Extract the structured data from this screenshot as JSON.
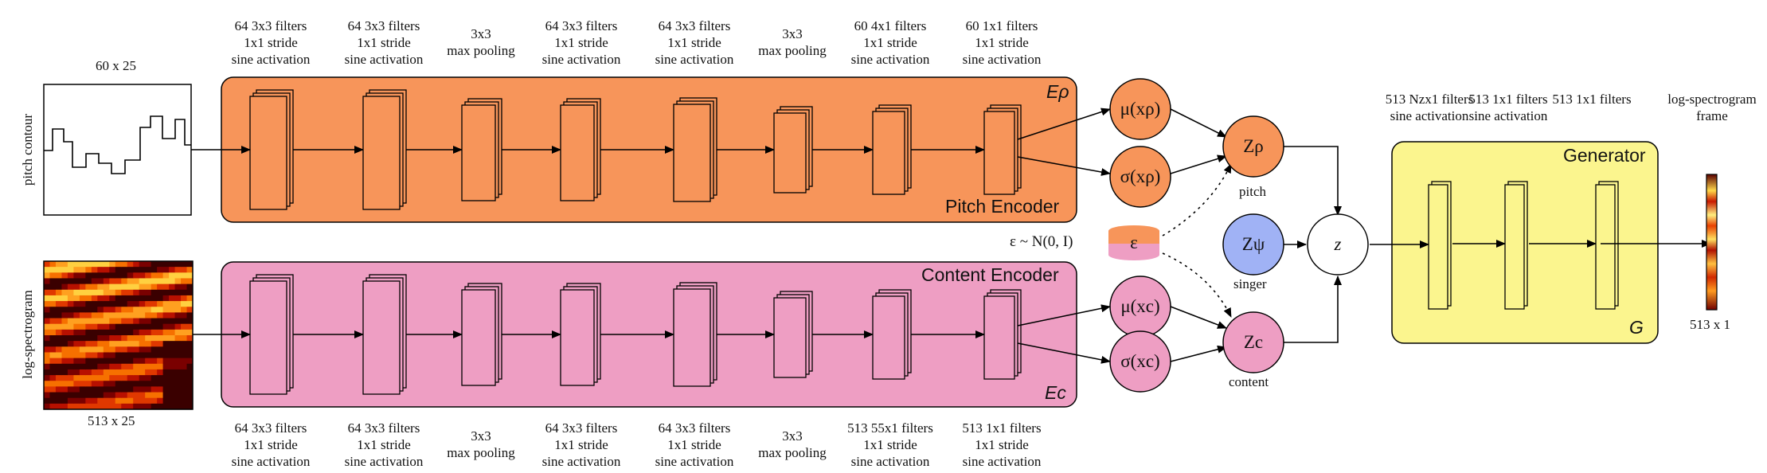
{
  "pitch_input": {
    "size_label": "60 x 25",
    "axis_label": "pitch contour"
  },
  "spec_input": {
    "size_label": "513 x 25",
    "axis_label": "log-spectrogram"
  },
  "pitch_encoder": {
    "title": "Pitch Encoder",
    "symbol": "Eρ",
    "layers": [
      [
        "64 3x3 filters",
        "1x1 stride",
        "sine activation"
      ],
      [
        "64 3x3 filters",
        "1x1 stride",
        "sine activation"
      ],
      [
        "3x3",
        "max pooling"
      ],
      [
        "64 3x3 filters",
        "1x1 stride",
        "sine activation"
      ],
      [
        "64 3x3 filters",
        "1x1 stride",
        "sine activation"
      ],
      [
        "3x3",
        "max pooling"
      ],
      [
        "60 4x1 filters",
        "1x1 stride",
        "sine activation"
      ],
      [
        "60 1x1 filters",
        "1x1 stride",
        "sine activation"
      ]
    ],
    "mu": "μ(xρ)",
    "sigma": "σ(xρ)"
  },
  "content_encoder": {
    "title": "Content Encoder",
    "symbol": "Ec",
    "layers": [
      [
        "64 3x3 filters",
        "1x1 stride",
        "sine activation"
      ],
      [
        "64 3x3 filters",
        "1x1 stride",
        "sine activation"
      ],
      [
        "3x3",
        "max pooling"
      ],
      [
        "64 3x3 filters",
        "1x1 stride",
        "sine activation"
      ],
      [
        "64 3x3 filters",
        "1x1 stride",
        "sine activation"
      ],
      [
        "3x3",
        "max pooling"
      ],
      [
        "513 55x1 filters",
        "1x1 stride",
        "sine activation"
      ],
      [
        "513 1x1 filters",
        "1x1 stride",
        "sine activation"
      ]
    ],
    "mu": "μ(xc)",
    "sigma": "σ(xc)"
  },
  "noise": {
    "symbol": "ε",
    "label": "ε ~ N(0, I)"
  },
  "latents": {
    "z_pitch": "Zρ",
    "pitch_label": "pitch",
    "z_singer": "Zψ",
    "singer_label": "singer",
    "z_content": "Zc",
    "content_label": "content",
    "z": "z"
  },
  "generator": {
    "title": "Generator",
    "symbol": "G",
    "layers": [
      [
        "513 Nzx1 filters",
        "sine activation"
      ],
      [
        "513 1x1 filters",
        "sine activation"
      ],
      [
        "513 1x1 filters"
      ]
    ]
  },
  "output": {
    "label": [
      "log-spectrogram",
      "frame"
    ],
    "size_label": "513 x 1"
  },
  "colors": {
    "pitch_fill": "#F7955A",
    "content_fill": "#EE9EC3",
    "generator_fill": "#FBF58E",
    "singer_fill": "#A0B2F5"
  }
}
